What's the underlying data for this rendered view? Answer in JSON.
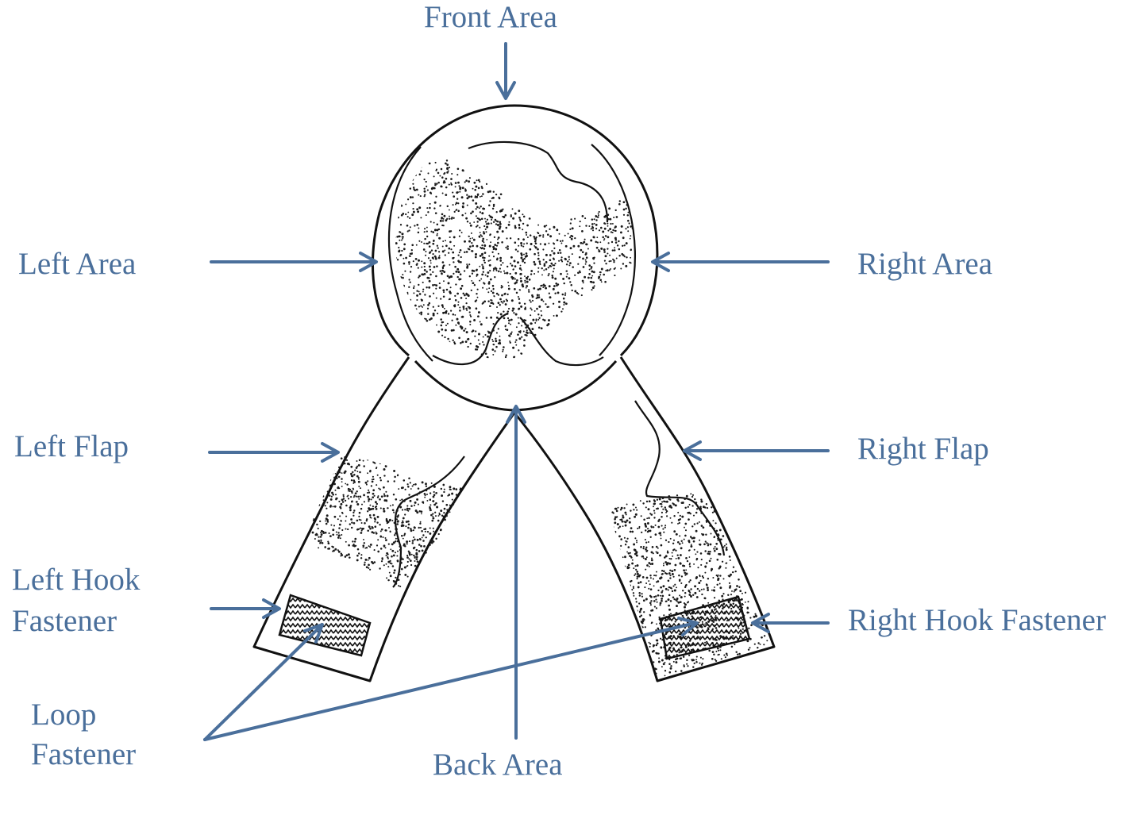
{
  "colors": {
    "label": "#4a6f9b",
    "arrow": "#4a6f9b",
    "outline": "#111111",
    "stipple": "#1a1a1a",
    "background": "#ffffff"
  },
  "labels": {
    "front_area": "Front Area",
    "left_area": "Left Area",
    "right_area": "Right Area",
    "left_flap": "Left Flap",
    "right_flap": "Right Flap",
    "left_hook_fastener_line1": "Left Hook",
    "left_hook_fastener_line2": "Fastener",
    "right_hook_fastener": "Right Hook Fastener",
    "loop_fastener_line1": "Loop",
    "loop_fastener_line2": "Fastener",
    "back_area": "Back Area"
  }
}
